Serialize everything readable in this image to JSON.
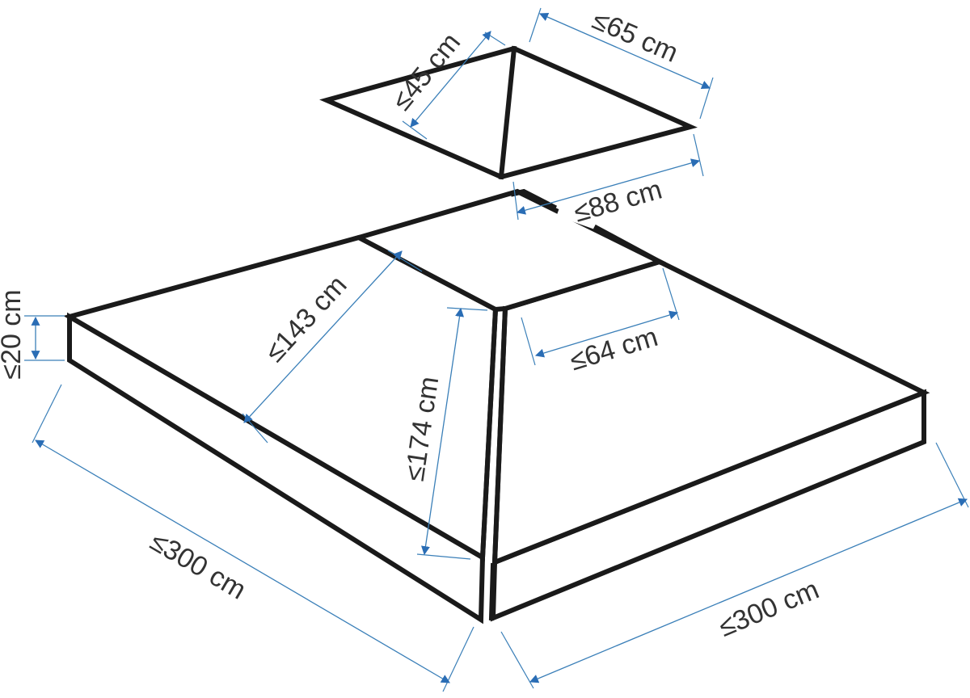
{
  "colors": {
    "outline": "#1a1a1a",
    "dimension_line": "#3a7fb8",
    "arrowhead": "#2a6db5",
    "label_text": "#333333"
  },
  "dimensions": {
    "top_cap_side": "≤45 cm",
    "top_cap_width": "≤65 cm",
    "top_cap_base": "≤88 cm",
    "slope_length": "≤143 cm",
    "hip_length": "≤174 cm",
    "upper_opening": "≤64 cm",
    "valance_height": "≤20 cm",
    "base_left": "≤300 cm",
    "base_right": "≤300 cm"
  }
}
